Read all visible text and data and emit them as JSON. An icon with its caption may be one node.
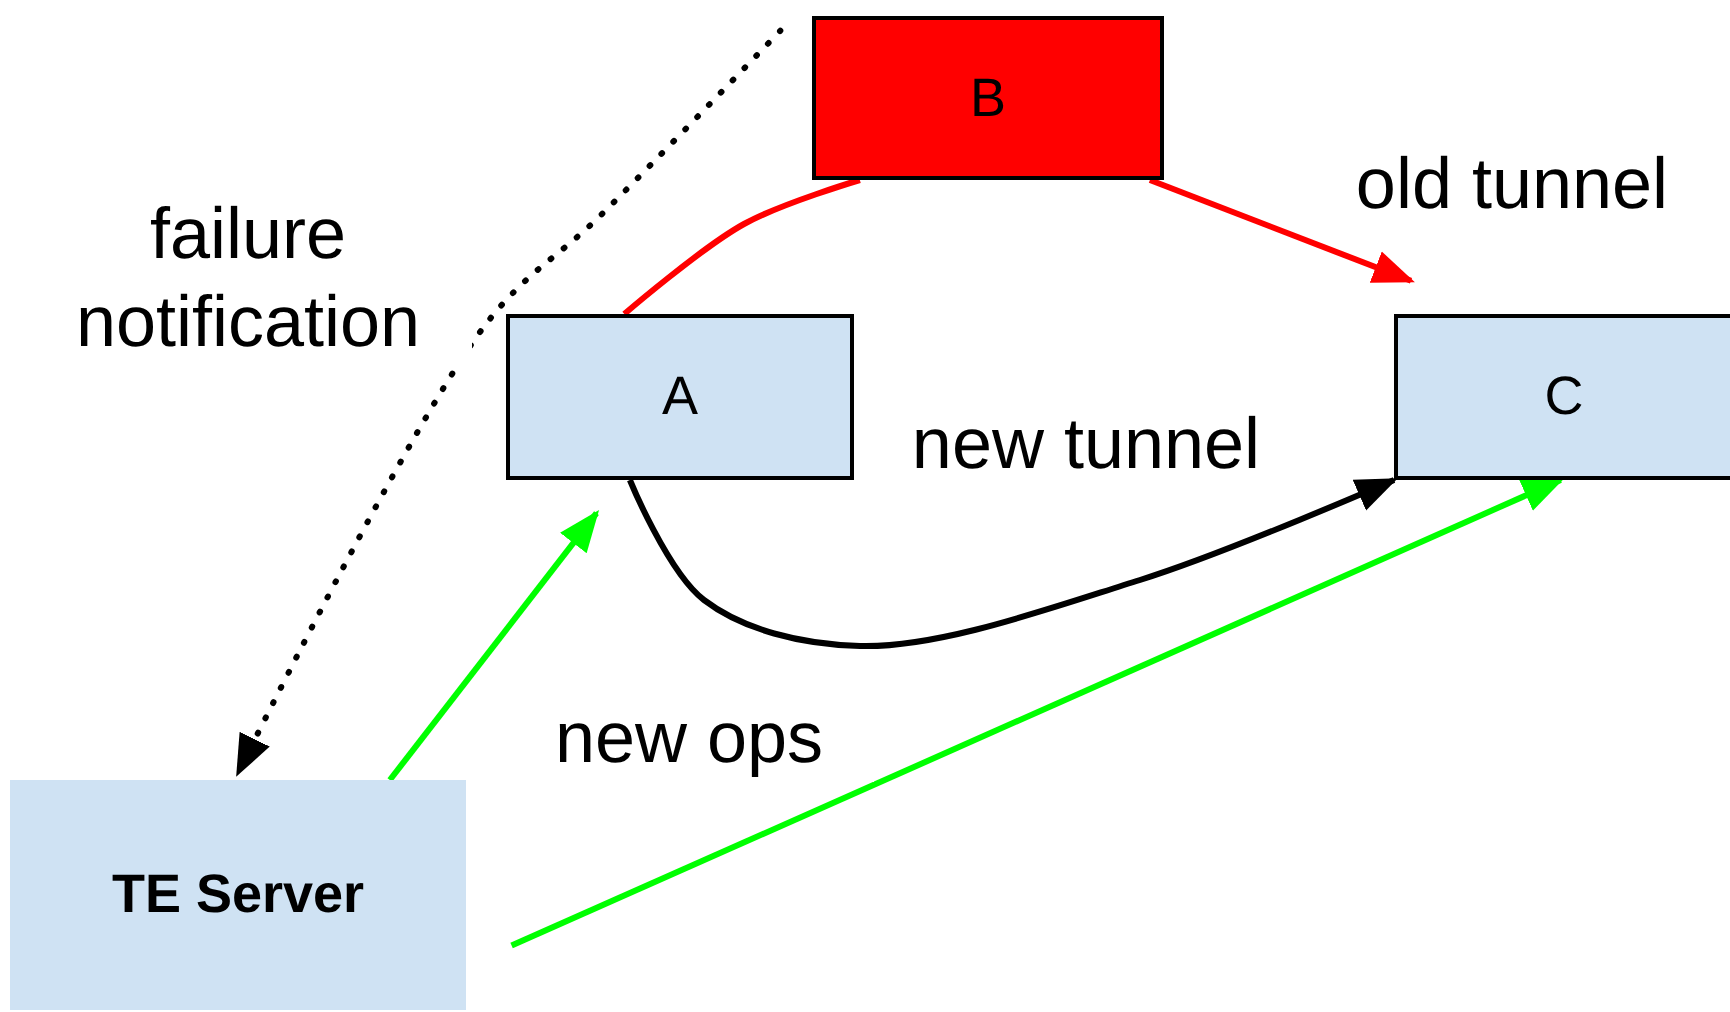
{
  "diagram": {
    "nodes": [
      {
        "text": [
          "B"
        ]
      },
      {
        "text": [
          "A"
        ]
      },
      {
        "text": [
          "C"
        ]
      },
      {
        "text": [
          "TE Server"
        ]
      }
    ],
    "edges": [
      {
        "from": 1,
        "to": 0,
        "arrow": "none",
        "color": "#ff0000"
      },
      {
        "from": 0,
        "to": 2,
        "arrow": "to",
        "label": "old tunnel",
        "color": "#ff0000"
      },
      {
        "from": 1,
        "to": 2,
        "arrow": "to",
        "label": "new tunnel",
        "color": "#000000"
      },
      {
        "from": 0,
        "to": 3,
        "arrow": "to",
        "label": "failure notification",
        "style": "dashed",
        "color": "#000000"
      },
      {
        "from": 3,
        "to": 1,
        "arrow": "to",
        "color": "#00ff00"
      },
      {
        "from": 3,
        "to": 2,
        "arrow": "to",
        "label": "new ops",
        "color": "#00ff00"
      }
    ]
  }
}
